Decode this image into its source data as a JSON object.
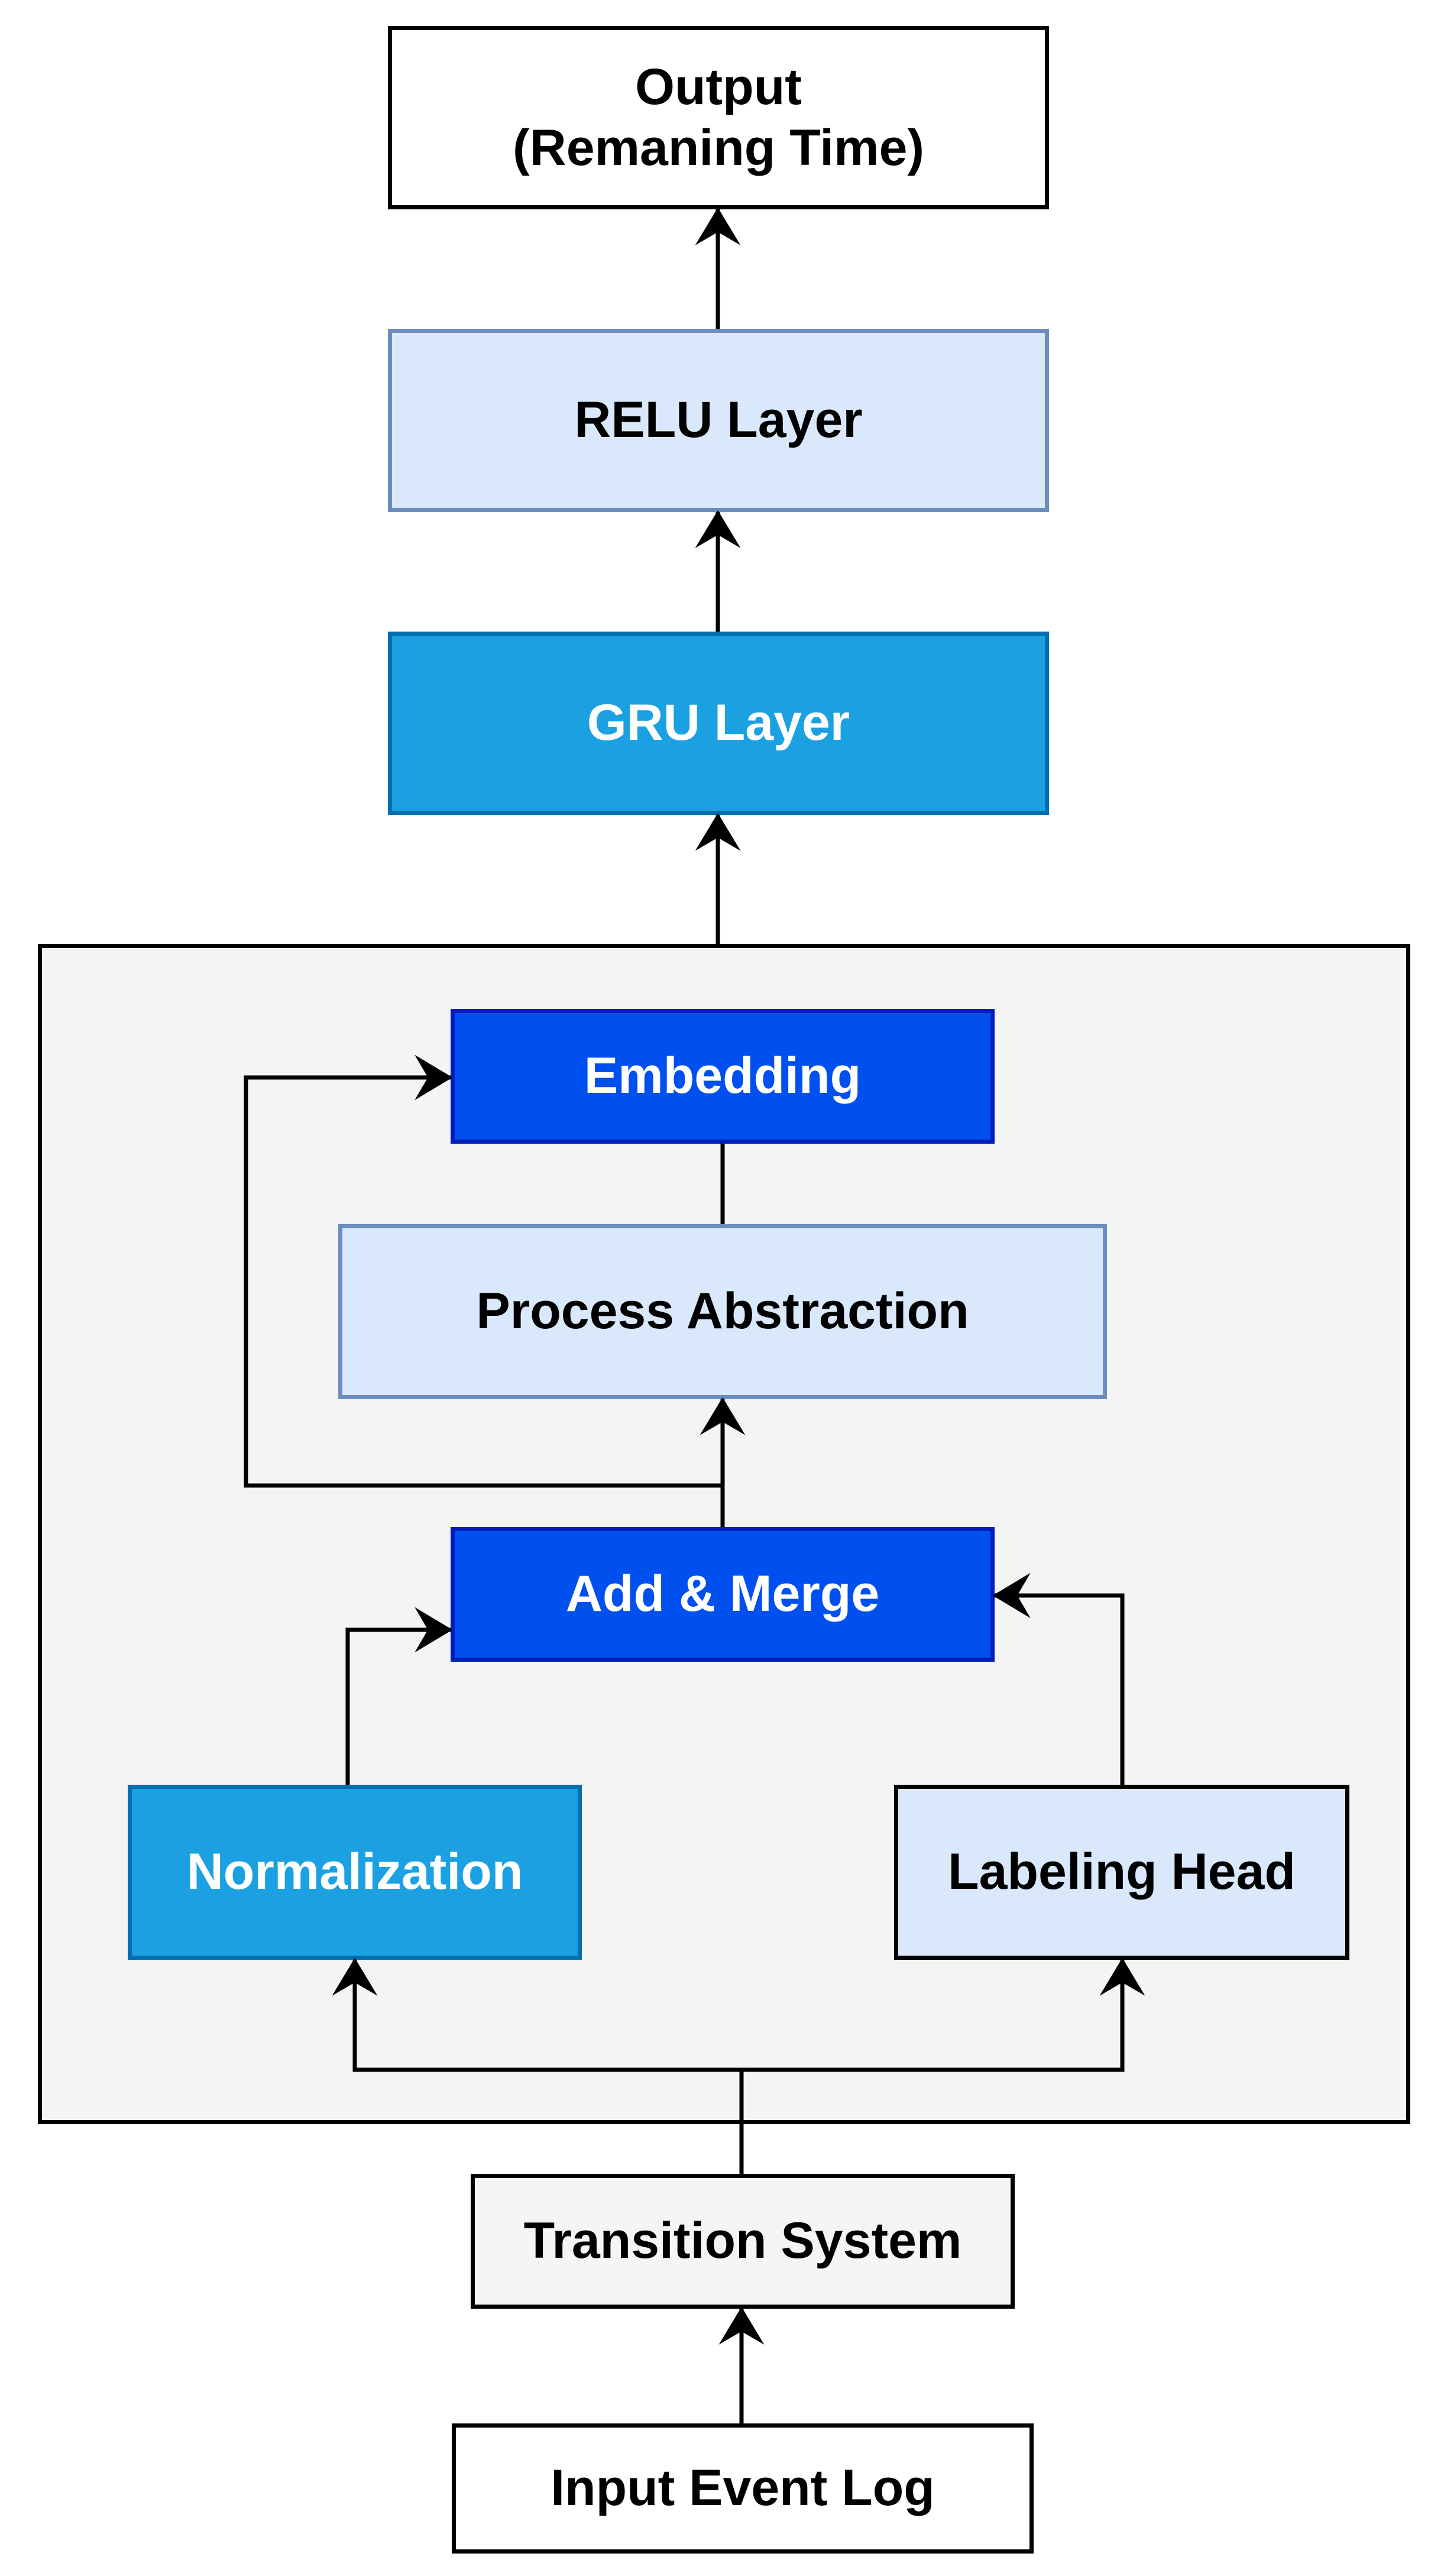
{
  "colors": {
    "white": "#ffffff",
    "light_blue": "#dae8fc",
    "light_blue_border": "#6c8ebf",
    "mid_blue": "#1ba1e2",
    "mid_blue_border": "#006eaf",
    "dark_blue": "#0050ef",
    "dark_blue_border": "#001dbc",
    "grey": "#f5f5f5",
    "black": "#000000"
  },
  "nodes": {
    "output_line1": "Output",
    "output_line2": "(Remaning Time)",
    "relu": "RELU Layer",
    "gru": "GRU Layer",
    "embedding": "Embedding",
    "process_abstraction": "Process Abstraction",
    "add_merge": "Add & Merge",
    "normalization": "Normalization",
    "labeling_head": "Labeling Head",
    "transition_system": "Transition System",
    "input_event_log": "Input Event Log"
  }
}
